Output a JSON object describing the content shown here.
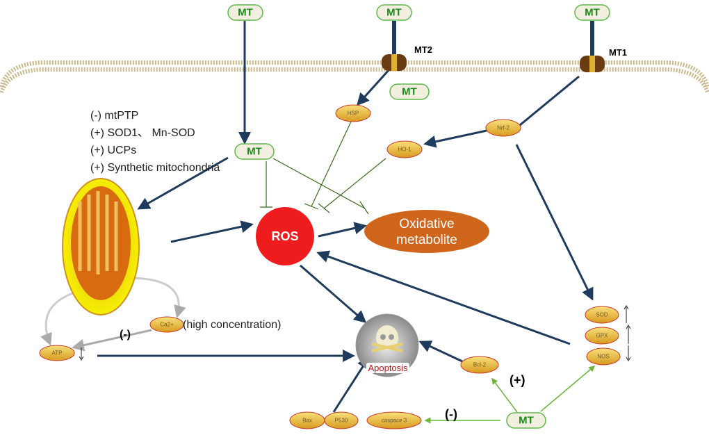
{
  "mt_label": "MT",
  "receptors": {
    "mt2": "MT2",
    "mt1": "MT1"
  },
  "effects": [
    "(-) mtPTP",
    "(+) SOD1、 Mn-SOD",
    "(+) UCPs",
    "(+) Synthetic mitochondria"
  ],
  "nodes": {
    "hsp": "HSP",
    "nrf2": "Nrf-2",
    "ho1": "HO-1",
    "ros": "ROS",
    "oxidative": [
      "Oxidative",
      "metabolite"
    ],
    "sod": "SOD",
    "gpx": "GPX",
    "nos": "NOS",
    "atp": "ATP",
    "ca": "Ca2+",
    "ca_note": "(high concentration)",
    "apoptosis": "Apoptosis",
    "bcl2": "Bcl-2",
    "bax": "Bax",
    "p530": "P530",
    "caspase": "caspace 3"
  },
  "signs": {
    "minus": "(-)",
    "plus": "(+)"
  },
  "colors": {
    "ros": "#ee1c1c",
    "oxidative": "#d0651c",
    "mt_text": "#1a8a1a",
    "arrow": "#1e3a5c",
    "green": "#6cb43c"
  }
}
